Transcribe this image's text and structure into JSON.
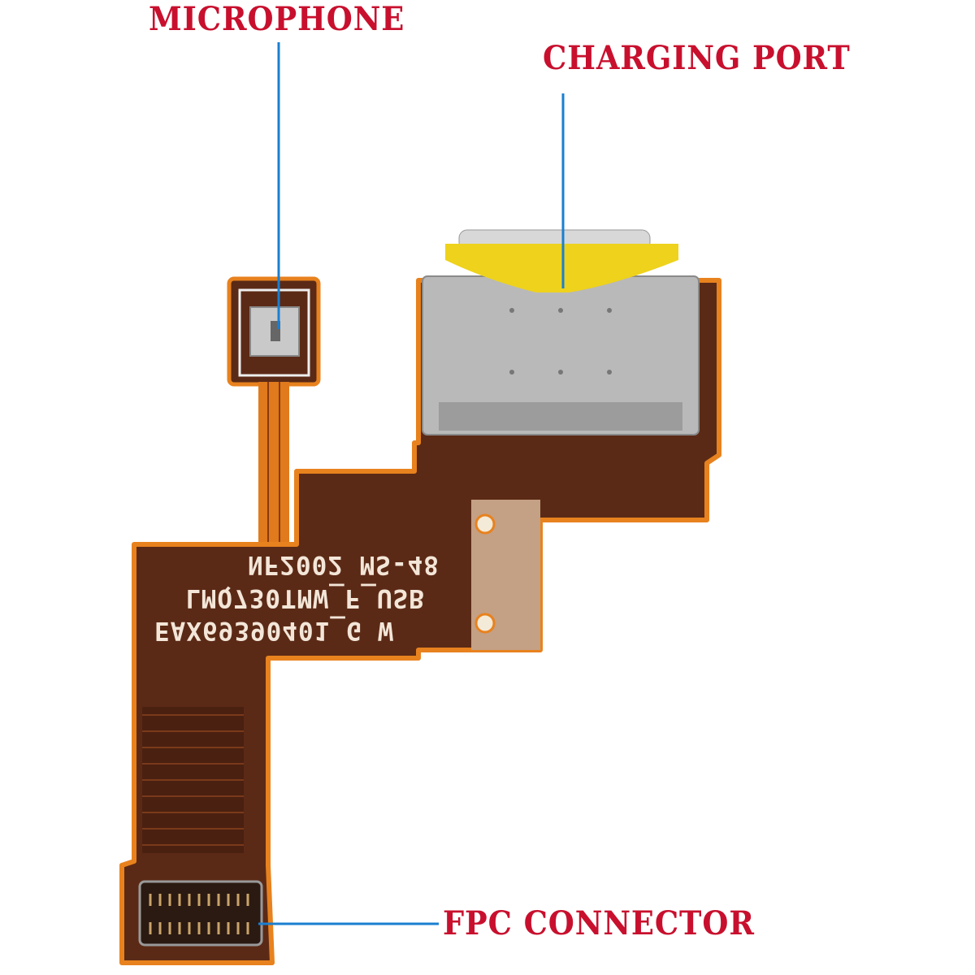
{
  "labels": {
    "microphone": "MICROPHONE",
    "charging_port": "CHARGING PORT",
    "fpc_connector": "FPC CONNECTOR"
  },
  "board_markings": {
    "line1": "NF2002 MS-48",
    "line2": "LMQ730TMW_F_USB",
    "line3": "EAX69390401_G W"
  },
  "colors": {
    "label": "#c8102e",
    "leader_line": "#1a7fd0",
    "pcb": "#5b2a16",
    "pcb_edge": "#e8821e"
  }
}
